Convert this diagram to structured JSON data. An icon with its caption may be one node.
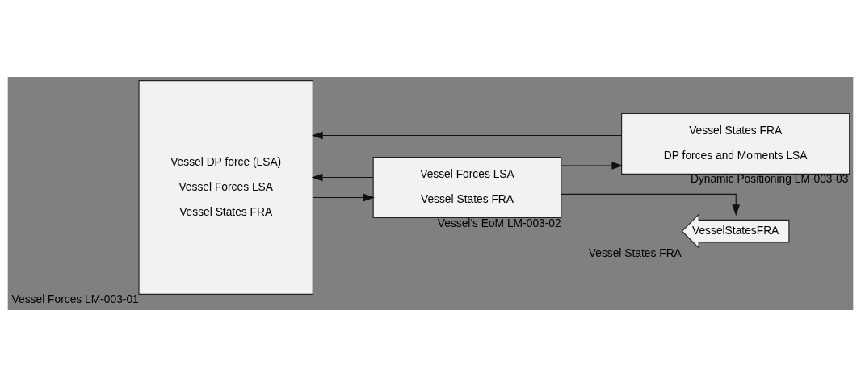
{
  "diagram": {
    "nodes": [
      {
        "text": [
          "Vessel DP force (LSA)",
          "Vessel Forces LSA",
          "Vessel States FRA"
        ],
        "beside": [
          "Vessel Forces LM-003-01"
        ]
      },
      {
        "text": [
          "Vessel Forces LSA",
          "Vessel States FRA"
        ],
        "beside": [
          "Vessel's EoM LM-003-02"
        ]
      },
      {
        "text": [
          "Vessel States FRA",
          "DP forces and Moments LSA"
        ],
        "beside": [
          "Dynamic Positioning LM-003-03"
        ]
      },
      {
        "text": [
          "VesselStatesFRA"
        ],
        "beside": [
          "Vessel States FRA"
        ]
      }
    ],
    "edges": [
      {
        "from": 0,
        "to": 1,
        "arrow": "to"
      },
      {
        "from": 1,
        "to": 2,
        "arrow": "to"
      },
      {
        "from": 1,
        "to": 3,
        "arrow": "to"
      },
      {
        "from": 1,
        "to": 0,
        "arrow": "to"
      },
      {
        "from": 2,
        "to": 0,
        "arrow": "to"
      }
    ]
  }
}
